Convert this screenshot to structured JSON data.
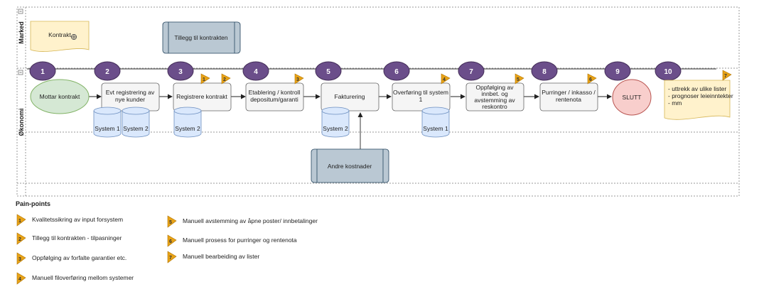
{
  "lanes": {
    "marked": "Marked",
    "okonomi": "Økonomi"
  },
  "market": {
    "kontrakt": "Kontrakt",
    "tillegg": "Tillegg til kontrakten"
  },
  "steps": [
    "1",
    "2",
    "3",
    "4",
    "5",
    "6",
    "7",
    "8",
    "9",
    "10"
  ],
  "process": {
    "mottar": "Mottar kontrakt",
    "evt_l1": "Evt registrering av",
    "evt_l2": "nye kunder",
    "registrere": "Registrere kontrakt",
    "etab_l1": "Etablering / kontroll",
    "etab_l2": "depositum/garanti",
    "fakturering": "Fakturering",
    "overf_l1": "Overføring til system",
    "overf_l2": "1",
    "oppf_l1": "Oppfølging av",
    "oppf_l2": "innbet. og",
    "oppf_l3": "avstemming av",
    "oppf_l4": "reskontro",
    "purr_l1": "Purringer / inkasso /",
    "purr_l2": "rentenota",
    "slutt": "SLUTT",
    "uttrekk_l1": "- uttrekk av ulike lister",
    "uttrekk_l2": "- prognoser leieinntekter",
    "uttrekk_l3": "- mm",
    "andre": "Andre kostnader"
  },
  "systems": {
    "sys1": "System 1",
    "sys2": "System 2"
  },
  "markers": {
    "m1": "1",
    "m2": "2",
    "m3": "3",
    "m4": "4",
    "m5": "5",
    "m6": "6",
    "m7": "7"
  },
  "legend": {
    "title": "Pain-points",
    "items": [
      {
        "num": "1",
        "text": "Kvalitetssikring av input forsystem"
      },
      {
        "num": "2",
        "text": "Tillegg til kontrakten - tilpasninger"
      },
      {
        "num": "3",
        "text": "Oppfølging av forfalte garantier etc."
      },
      {
        "num": "4",
        "text": "Manuell filoverføring mellom systemer"
      },
      {
        "num": "5",
        "text": "Manuell avstemming av åpne poster/ innbetalinger"
      },
      {
        "num": "6",
        "text": "Manuell prosess for purringer og rentenota"
      },
      {
        "num": "7",
        "text": "Manuell bearbeiding av lister"
      }
    ]
  },
  "colors": {
    "step_circle": "#6b4e8a",
    "marker": "#e8a317",
    "note": "#fff2cc",
    "box": "#f5f5f5",
    "cylinder": "#dae8fc",
    "start": "#d5e8d4",
    "end": "#f8cecc",
    "gray_box": "#bac8d3"
  }
}
